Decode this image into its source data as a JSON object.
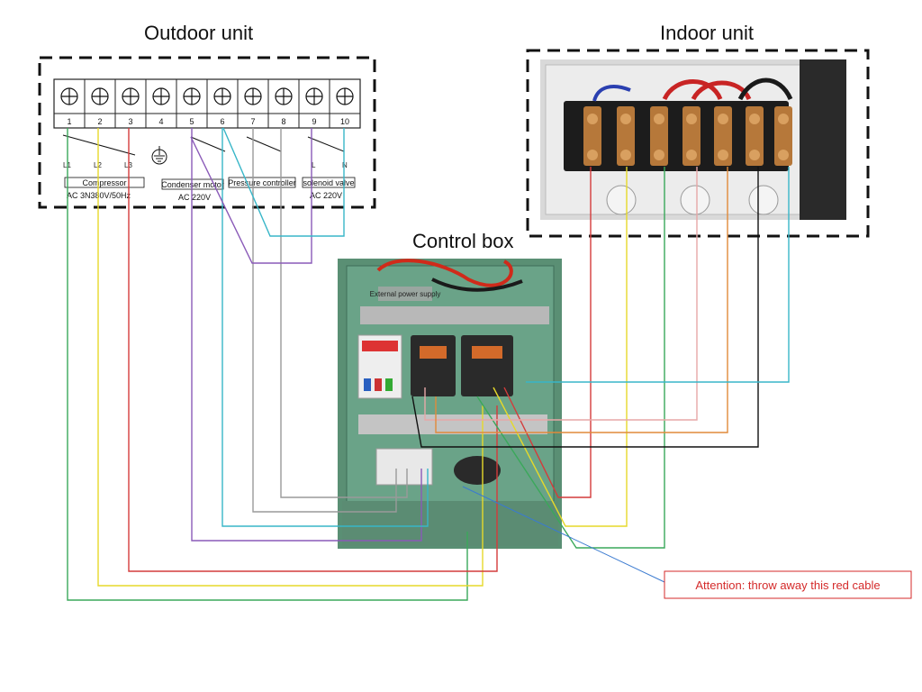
{
  "titles": {
    "outdoor": "Outdoor unit",
    "indoor": "Indoor unit",
    "control": "Control box"
  },
  "terminals": [
    "1",
    "2",
    "3",
    "4",
    "5",
    "6",
    "7",
    "8",
    "9",
    "10"
  ],
  "phase_labels": [
    "L1",
    "L2",
    "L3"
  ],
  "compressor": {
    "name": "Compressor",
    "spec": "AC  3N380V/50Hz"
  },
  "condenser": {
    "name": "Condenser motor",
    "spec": "AC  220V"
  },
  "pressure": {
    "name": "Pressure controller"
  },
  "solenoid": {
    "name": "solenoid valve",
    "spec": "AC  220V",
    "l": "L",
    "n": "N"
  },
  "control_box_label": "External power supply",
  "attention": "Attention: throw away this red cable",
  "colors": {
    "green": "#3aa85a",
    "yellow": "#e6d92a",
    "red": "#d43b3b",
    "purple": "#8a5ab8",
    "cyan": "#38b6c8",
    "gray": "#9a9a9a",
    "pink": "#e7a7a7",
    "orange": "#e08a3a",
    "black": "#111111",
    "blue": "#3a7ad0",
    "panel_green": "#4f8a6e"
  }
}
